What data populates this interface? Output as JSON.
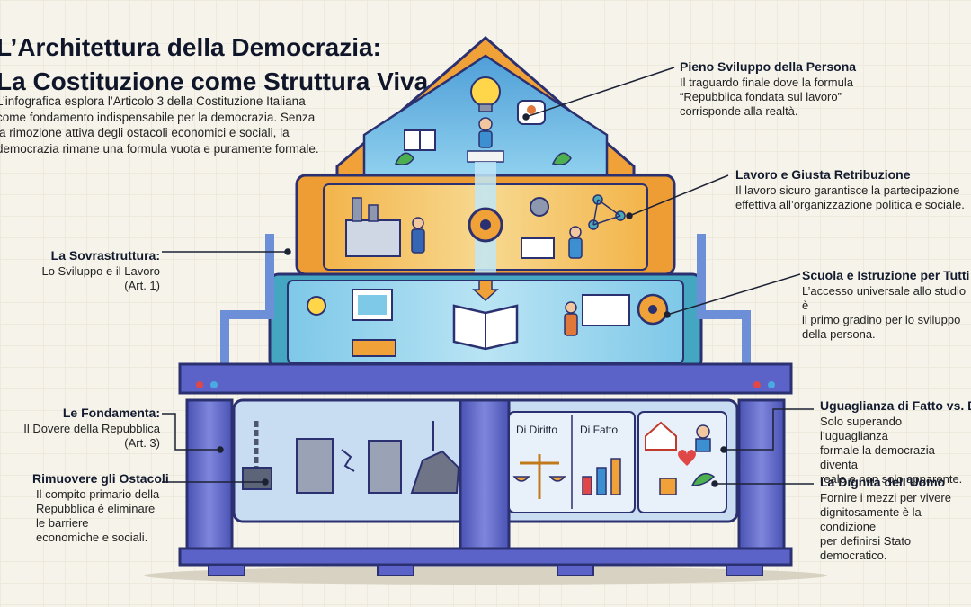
{
  "title": {
    "line1": "L’Architettura della Democrazia:",
    "line2": "La Costituzione come Struttura Viva"
  },
  "intro": "L’infografica esplora l’Articolo 3 della Costituzione Italiana come fondamento indispensabile per la democrazia. Senza la rimozione attiva degli ostacoli economici e sociali, la democrazia rimane una formula vuota e puramente formale.",
  "left_labels": {
    "sovrastruttura": {
      "heading": "La Sovrastruttura:",
      "text": "Lo Sviluppo e il Lavoro (Art. 1)"
    },
    "fondamenta": {
      "heading": "Le Fondamenta:",
      "text": "Il Dovere della Repubblica (Art. 3)"
    },
    "ostacoli": {
      "heading": "Rimuovere gli Ostacoli",
      "text": "Il compito primario della\nRepubblica è eliminare le barriere\neconomiche e sociali."
    }
  },
  "right_labels": {
    "sviluppo": {
      "heading": "Pieno Sviluppo della Persona",
      "text": "Il traguardo finale dove la formula\n“Repubblica fondata sul lavoro”\ncorrisponde alla realtà."
    },
    "lavoro": {
      "heading": "Lavoro e Giusta Retribuzione",
      "text": "Il lavoro sicuro garantisce la partecipazione\neffettiva all’organizzazione politica e sociale."
    },
    "scuola": {
      "heading": "Scuola e Istruzione per Tutti",
      "text": "L’accesso universale allo studio è\nil primo gradino per lo sviluppo\ndella persona."
    },
    "uguaglianza": {
      "heading": "Uguaglianza di Fatto vs. Di",
      "text": "Solo superando l’uguaglianza\nformale la democrazia diventa\nreale e non solo apparente."
    },
    "dignita": {
      "heading": "La Dignità dell’Uomo",
      "text": "Fornire i mezzi per vivere\ndignitosamente è la condizione\nper definirsi Stato democratico."
    }
  },
  "diagram": {
    "di_diritto": "Di Diritto",
    "di_fatto": "Di Fatto"
  },
  "colors": {
    "pillar": "#5b63c8",
    "roof_orange": "#f0a238",
    "sky_blue": "#69b7e2",
    "teal": "#4aa9b8",
    "outline": "#2b3170"
  }
}
